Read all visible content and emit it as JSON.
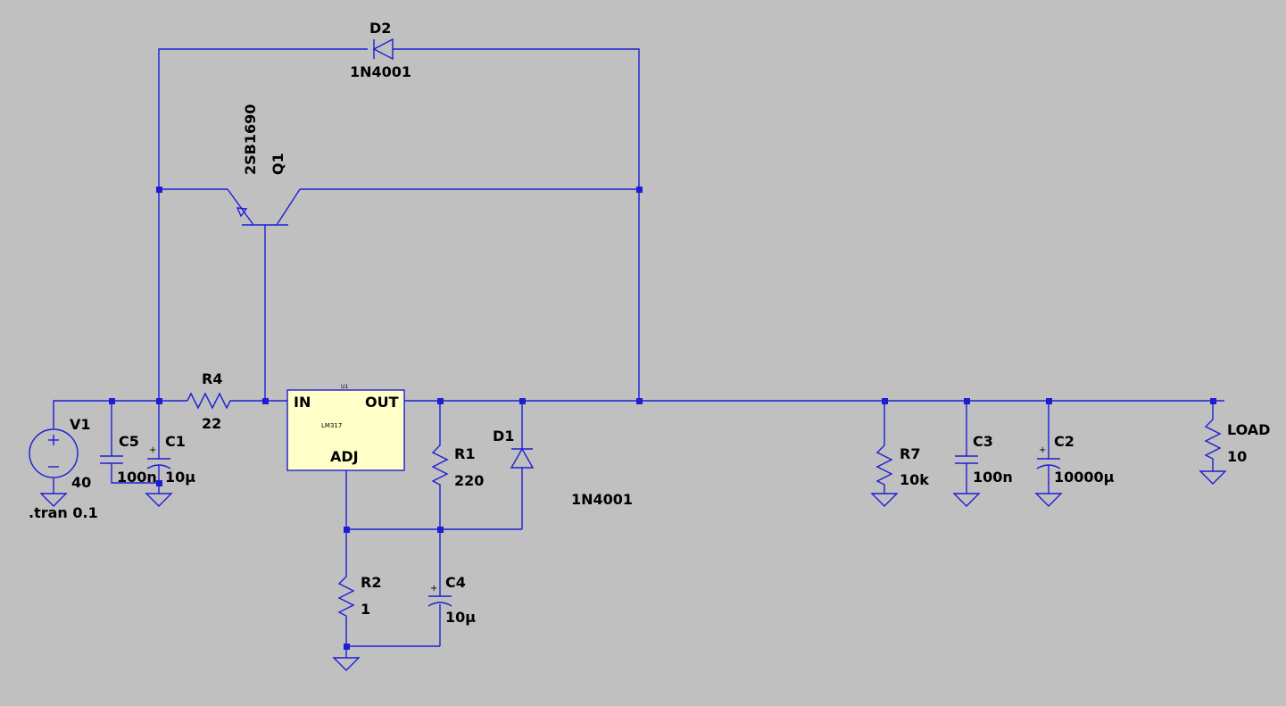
{
  "components": {
    "v1": {
      "name": "V1",
      "value": "40"
    },
    "c5": {
      "name": "C5",
      "value": "100n"
    },
    "c1": {
      "name": "C1",
      "value": "10µ"
    },
    "r4": {
      "name": "R4",
      "value": "22"
    },
    "q1": {
      "name": "Q1",
      "model": "2SB1690"
    },
    "d2": {
      "name": "D2",
      "model": "1N4001"
    },
    "u1": {
      "name": "U1",
      "model": "LM317",
      "pin_in": "IN",
      "pin_out": "OUT",
      "pin_adj": "ADJ"
    },
    "r1": {
      "name": "R1",
      "value": "220"
    },
    "d1": {
      "name": "D1",
      "model": "1N4001"
    },
    "r2": {
      "name": "R2",
      "value": "1"
    },
    "c4": {
      "name": "C4",
      "value": "10µ"
    },
    "r7": {
      "name": "R7",
      "value": "10k"
    },
    "c3": {
      "name": "C3",
      "value": "100n"
    },
    "c2": {
      "name": "C2",
      "value": "10000µ"
    },
    "load": {
      "name": "LOAD",
      "value": "10"
    }
  },
  "directive": ".tran 0.1",
  "colors": {
    "background": "#c0c0c0",
    "wire": "#1d1dd6",
    "regulator_fill": "#ffffc8"
  }
}
